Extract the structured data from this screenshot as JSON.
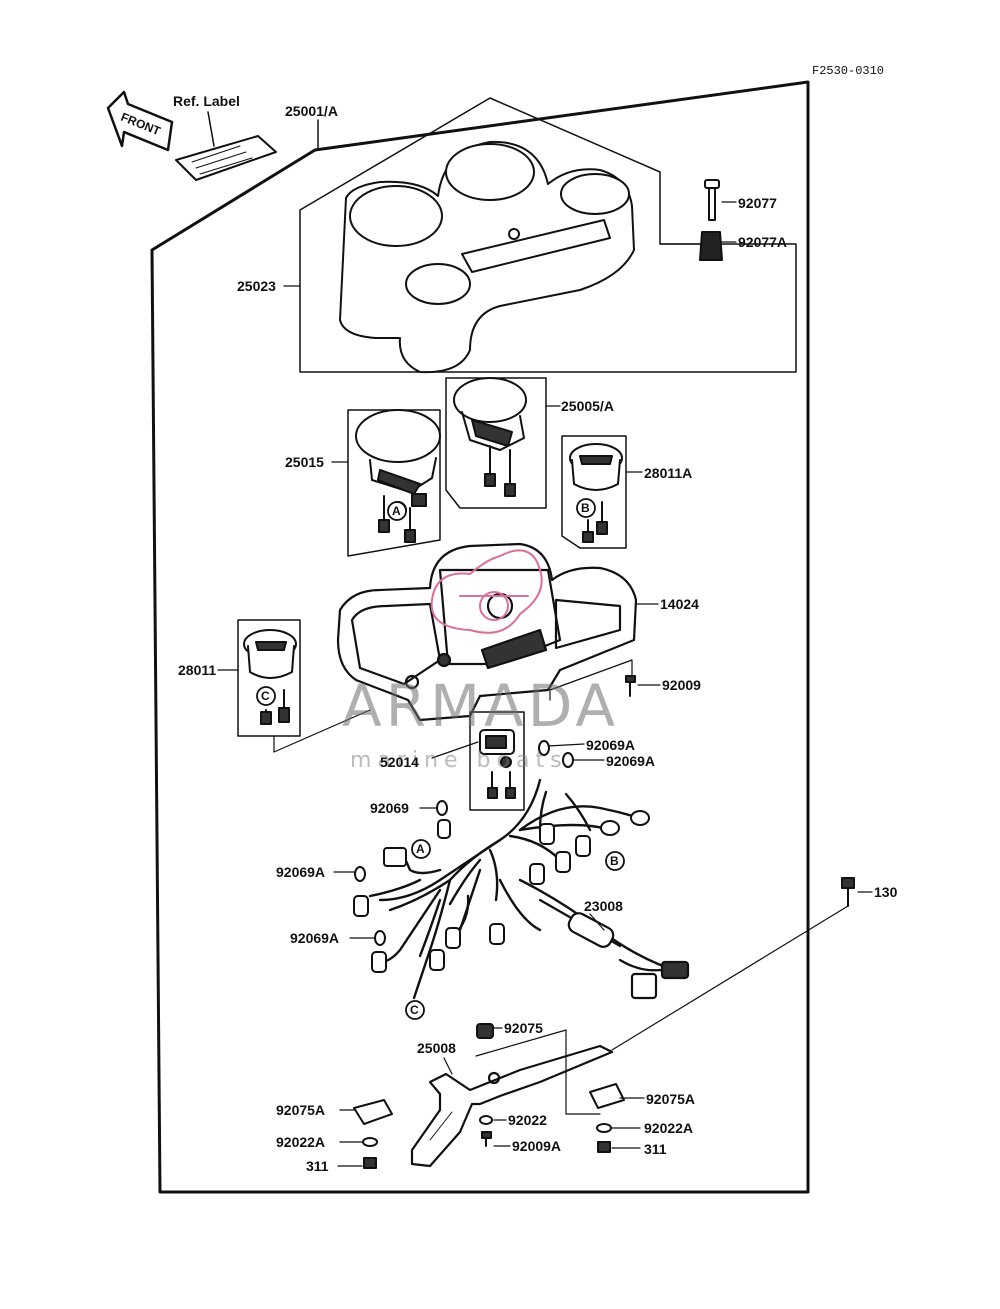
{
  "drawing_code": "F2530-0310",
  "front_arrow_text": "FRONT",
  "ref_label_text": "Ref. Label",
  "watermark": {
    "title": "ARMADA",
    "subtitle": "marine boats",
    "accent_color": "#d9709a"
  },
  "reference_letters": [
    "A",
    "B",
    "C"
  ],
  "part_callouts": [
    "25001/A",
    "92077",
    "92077A",
    "25023",
    "25005/A",
    "25015",
    "28011A",
    "14024",
    "28011",
    "92009",
    "52014",
    "92069A",
    "92069A",
    "92069",
    "92069A",
    "92069A",
    "23008",
    "130",
    "92075",
    "25008",
    "92075A",
    "92075A",
    "92022",
    "92022A",
    "92022A",
    "92009A",
    "311",
    "311"
  ]
}
